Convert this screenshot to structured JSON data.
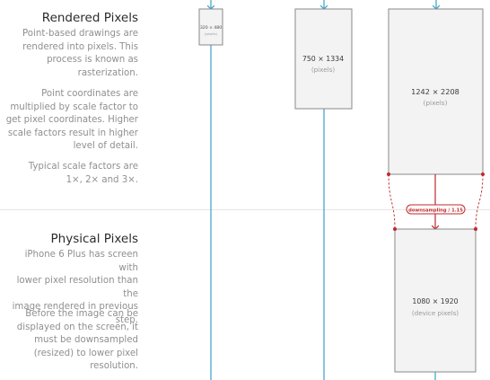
{
  "sections": {
    "rendered": {
      "title": "Rendered Pixels",
      "paragraphs": [
        [
          "Point-based drawings are",
          "rendered into pixels. This",
          "process is known as",
          "rasterization."
        ],
        [
          "Point coordinates are",
          "multiplied by scale factor to",
          "get pixel coordinates. Higher",
          "scale factors result in higher",
          "level of detail."
        ],
        [
          "Typical scale factors are",
          "1×, 2× and 3×."
        ]
      ]
    },
    "physical": {
      "title": "Physical Pixels",
      "paragraphs": [
        [
          "iPhone 6 Plus has screen with",
          "lower pixel resolution than the",
          "image rendered in previous",
          "step."
        ],
        [
          "Before the image can be",
          "displayed on the screen, it",
          "must be downsampled",
          "(resized) to lower pixel",
          "resolution."
        ]
      ]
    }
  },
  "boxes": [
    {
      "dims": "320 × 480",
      "unit": "(pixels)"
    },
    {
      "dims": "750 × 1334",
      "unit": "(pixels)"
    },
    {
      "dims": "1242 × 2208",
      "unit": "(pixels)"
    },
    {
      "dims": "1080 × 1920",
      "unit": "(device pixels)"
    }
  ],
  "downsampling_label": "downsampling / 1.15",
  "colors": {
    "line": "#3aa0c8",
    "box_fill": "#f3f3f3",
    "box_stroke": "#8a8a8a",
    "accent": "#c0282d",
    "title": "#2b2b2b",
    "body": "#8f8f8f"
  }
}
